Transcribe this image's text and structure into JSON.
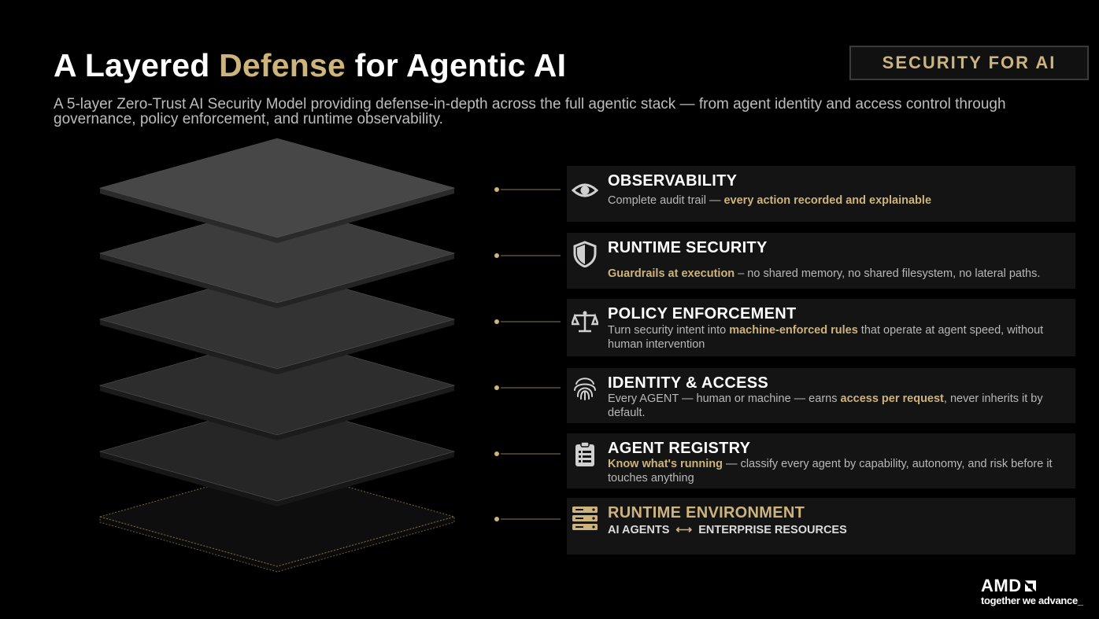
{
  "header": {
    "title_prefix": "A Layered ",
    "title_highlight": "Defense",
    "title_suffix": " for Agentic AI",
    "subtitle": "A 5-layer Zero-Trust AI Security Model providing defense-in-depth across the full agentic stack — from agent identity and access control through governance, policy enforcement, and runtime observability.",
    "tag": "SECURITY FOR AI"
  },
  "colors": {
    "accent": "#cdb37c",
    "background": "#000000",
    "card": "#141414",
    "body_text": "#b8b8b8"
  },
  "layers": [
    {
      "title": "OBSERVABILITY",
      "icon": "eye-icon",
      "desc_before": "Complete audit trail — ",
      "desc_bold": "every action recorded and explainable",
      "desc_after": ""
    },
    {
      "title": "RUNTIME SECURITY",
      "icon": "shield-icon",
      "desc_before": "",
      "desc_bold": "Guardrails at execution",
      "desc_after": " – no shared memory, no shared filesystem, no lateral paths."
    },
    {
      "title": "POLICY ENFORCEMENT",
      "icon": "scales-icon",
      "desc_before": "Turn security intent into ",
      "desc_bold": "machine-enforced rules",
      "desc_after": " that operate at agent speed, without human intervention"
    },
    {
      "title": "IDENTITY & ACCESS",
      "icon": "fingerprint-icon",
      "desc_before": "Every AGENT — human or machine — earns ",
      "desc_bold": "access per request",
      "desc_after": ", never inherits it by default."
    },
    {
      "title": "AGENT REGISTRY",
      "icon": "clipboard-icon",
      "desc_before": "",
      "desc_bold": "Know what's running",
      "desc_after": " — classify every agent by capability, autonomy, and risk before it touches anything"
    }
  ],
  "base_layer": {
    "title": "RUNTIME ENVIRONMENT",
    "icon": "server-icon",
    "left": "AI AGENTS",
    "arrow": "⟷",
    "right": "ENTERPRISE RESOURCES"
  },
  "logo": {
    "brand": "AMD",
    "tagline": "together we advance_"
  }
}
